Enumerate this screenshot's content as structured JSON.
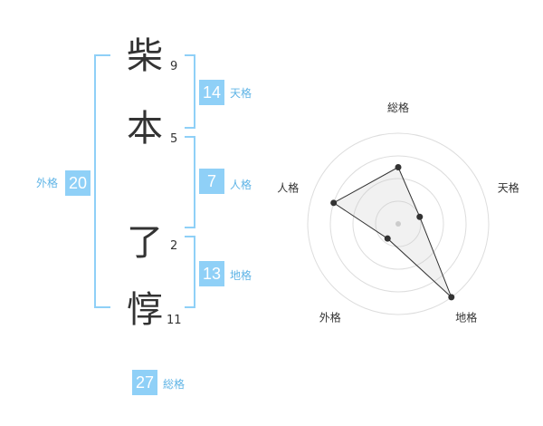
{
  "characters": [
    {
      "char": "柴",
      "strokes": "9"
    },
    {
      "char": "本",
      "strokes": "5"
    },
    {
      "char": "了",
      "strokes": "2"
    },
    {
      "char": "惇",
      "strokes": "11"
    }
  ],
  "fortunes": {
    "tenkaku": {
      "value": "14",
      "label": "天格"
    },
    "jinkaku": {
      "value": "7",
      "label": "人格"
    },
    "chikaku": {
      "value": "13",
      "label": "地格"
    },
    "gaikaku": {
      "value": "20",
      "label": "外格"
    },
    "soukaku": {
      "value": "27",
      "label": "総格"
    }
  },
  "colors": {
    "accent": "#8fd0f7",
    "label_text": "#5fb4e6",
    "text": "#333333"
  },
  "chart_data": {
    "type": "radar",
    "axes": [
      "総格",
      "天格",
      "地格",
      "外格",
      "人格"
    ],
    "values": [
      2.5,
      1.0,
      4.0,
      0.8,
      3.0
    ],
    "max": 4
  }
}
